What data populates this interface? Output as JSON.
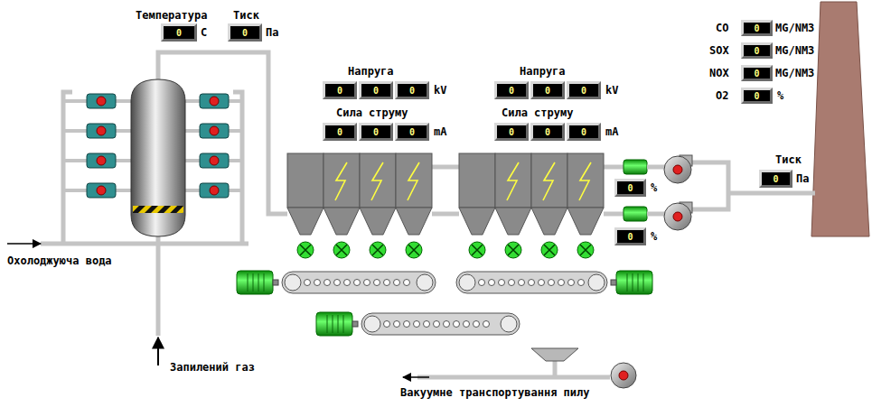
{
  "diagram": {
    "nodes": [
      {
        "text": [
          "0"
        ]
      },
      {
        "text": [
          "0"
        ]
      },
      {
        "text": [
          "0"
        ]
      },
      {
        "text": [
          "0"
        ]
      },
      {
        "text": [
          "0"
        ]
      },
      {
        "text": [
          "0"
        ]
      },
      {
        "text": [
          "0"
        ]
      },
      {
        "text": [
          "0"
        ]
      },
      {
        "text": [
          "0"
        ]
      },
      {
        "text": [
          "0"
        ]
      },
      {
        "text": [
          "0"
        ]
      },
      {
        "text": [
          "0"
        ]
      },
      {
        "text": [
          "0"
        ]
      },
      {
        "text": [
          "0"
        ]
      },
      {
        "text": [
          "0"
        ]
      },
      {
        "text": [
          "0"
        ]
      },
      {
        "text": [
          "0"
        ]
      },
      {
        "text": [
          "0"
        ]
      },
      {
        "text": [
          "0"
        ]
      },
      {
        "text": [
          "0"
        ]
      },
      {
        "text": [
          "0"
        ]
      }
    ],
    "labels": [
      "Температура",
      "C",
      "Тиск",
      "Па",
      "CO",
      "MG/NM3",
      "SOX",
      "MG/NM3",
      "NOX",
      "MG/NM3",
      "O2",
      "%",
      "Напруга",
      "Напруга",
      "kV",
      "kV",
      "Сила струму",
      "Сила струму",
      "mA",
      "mA",
      "Тиск",
      "%",
      "Па",
      "%",
      "Охолоджуюча вода",
      "Запилений газ",
      "Вакуумне транспортування пилу"
    ]
  }
}
